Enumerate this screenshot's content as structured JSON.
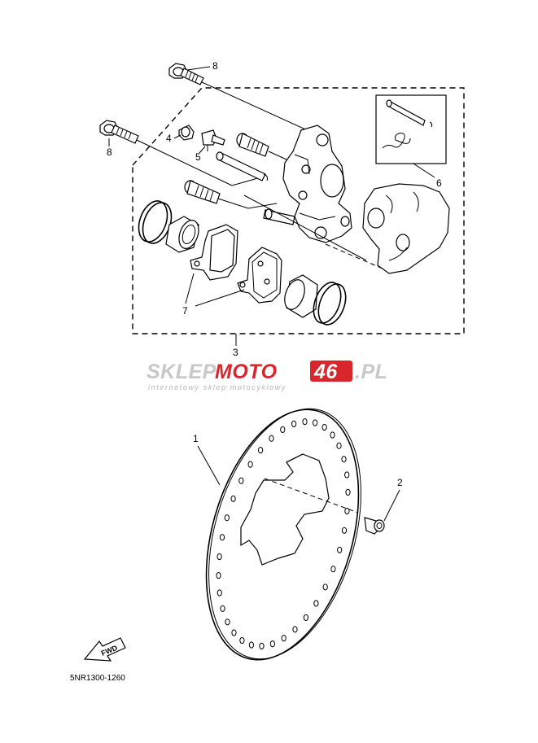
{
  "callouts": {
    "c1": "1",
    "c2": "2",
    "c3": "3",
    "c4": "4",
    "c5": "5",
    "c6": "6",
    "c7": "7",
    "c8a": "8",
    "c8b": "8"
  },
  "watermark": {
    "part_sklep": "SKLEP",
    "part_moto": "MOTO",
    "part_46": "46",
    "part_pl": ".PL",
    "tagline": "internetowy sklep motocyklowy",
    "color_grey": "#c8c8c8",
    "color_red": "#d9262c"
  },
  "fwd_label": "FWD",
  "diagram_code": "5NR1300-1260"
}
